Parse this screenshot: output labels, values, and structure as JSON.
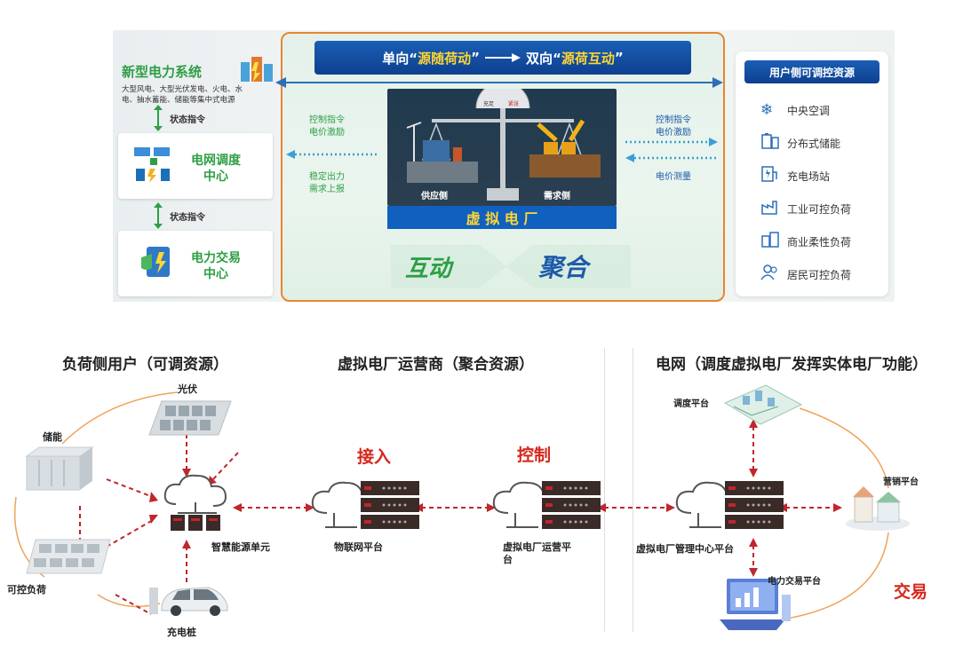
{
  "top": {
    "left_panel": {
      "title": "新型电力系统",
      "desc_line1": "大型风电、大型光伏发电、火电、水",
      "desc_line2": "电、抽水蓄能、储能等集中式电源",
      "status1": "状态指令",
      "grid_dispatch_line1": "电网调度",
      "grid_dispatch_line2": "中心",
      "status2": "状态指令",
      "trading_line1": "电力交易",
      "trading_line2": "中心"
    },
    "center": {
      "banner_a": "单向“",
      "banner_b": "源随荷动",
      "banner_c": "”",
      "banner_d": "双向“",
      "banner_e": "源荷互动",
      "banner_f": "”",
      "left_upper_line1": "控制指令",
      "left_upper_line2": "电价激励",
      "left_lower_line1": "稳定出力",
      "left_lower_line2": "需求上报",
      "right_upper_line1": "控制指令",
      "right_upper_line2": "电价激励",
      "right_lower": "电价测量",
      "scale_left_tag": "充足",
      "scale_right_tag": "紧张",
      "supply_label": "供应侧",
      "demand_label": "需求侧",
      "vpp_title": "虚 拟 电 厂",
      "interaction": "互动",
      "aggregation": "聚合"
    },
    "right_panel": {
      "title": "用户侧可调控资源",
      "items": [
        "中央空调",
        "分布式储能",
        "充电场站",
        "工业可控负荷",
        "商业柔性负荷",
        "居民可控负荷"
      ]
    }
  },
  "bottom": {
    "section_load": "负荷侧用户（可调资源）",
    "section_operator": "虚拟电厂运营商（聚合资源）",
    "section_grid": "电网（调度虚拟电厂发挥实体电厂功能）",
    "pv": "光伏",
    "storage": "储能",
    "controllable_load": "可控负荷",
    "charging_pile": "充电桩",
    "smart_energy_unit": "智慧能源单元",
    "access": "接入",
    "iot_platform": "物联网平台",
    "control": "控制",
    "vpp_operation_line1": "虚拟电厂运营平",
    "vpp_operation_line2": "台",
    "dispatch_platform": "调度平台",
    "marketing_platform": "营销平台",
    "vpp_mgmt_center": "虚拟电厂管理中心平台",
    "power_trading_platform": "电力交易平台",
    "trading": "交易"
  },
  "colors": {
    "green": "#2e9e45",
    "dark_blue": "#0e3f8f",
    "orange_border": "#e8862e",
    "yellow_text": "#ffd632",
    "red_dash": "#c0262b",
    "red_text": "#d7261c",
    "orange_arc": "#f0a35a"
  }
}
